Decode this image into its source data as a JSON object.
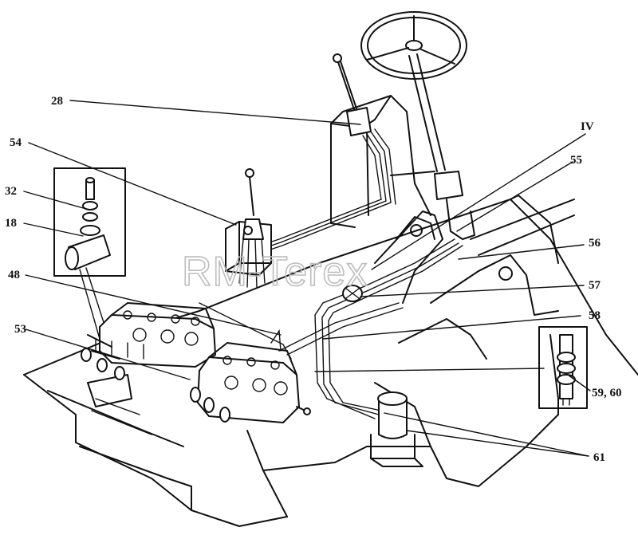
{
  "watermark": "RM-Terex",
  "callouts": {
    "c28": "28",
    "c54": "54",
    "c32": "32",
    "c18": "18",
    "c48": "48",
    "c53": "53",
    "cIV": "IV",
    "c55": "55",
    "c56": "56",
    "c57": "57",
    "c58": "58",
    "c5960": "59, 60",
    "c61": "61"
  }
}
